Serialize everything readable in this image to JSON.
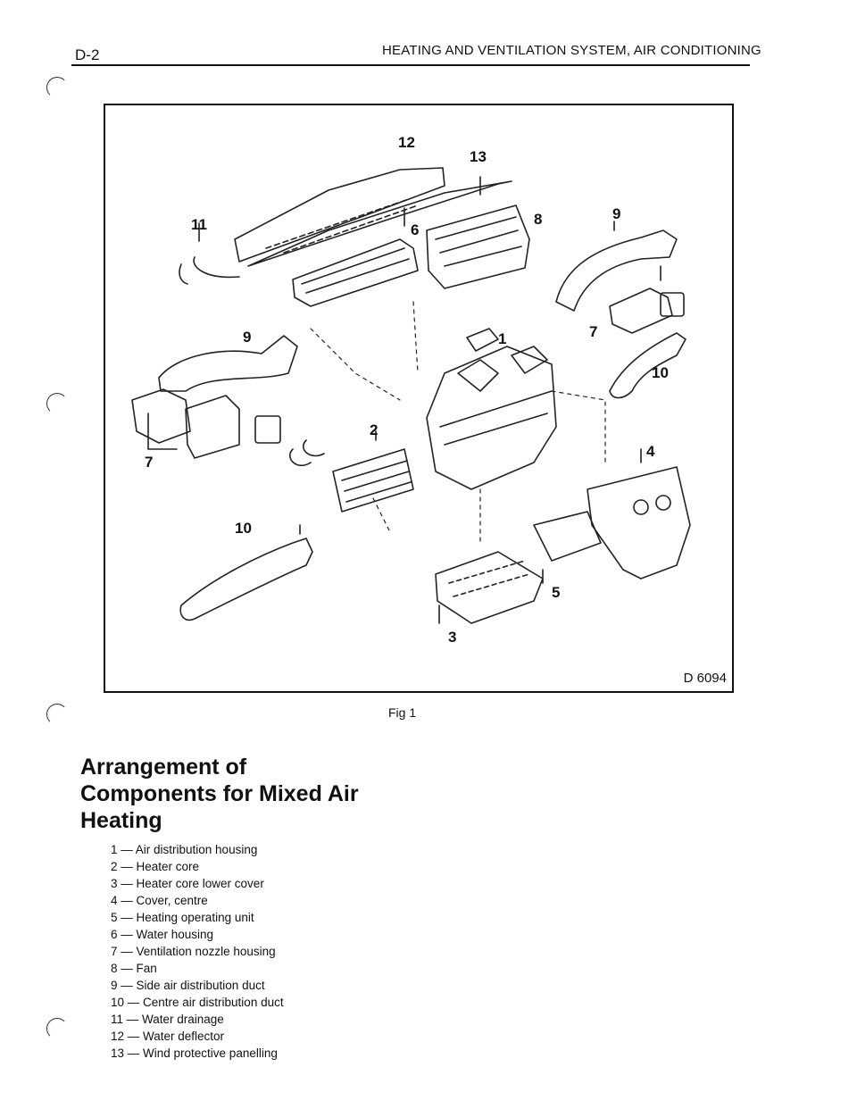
{
  "header": {
    "page_number": "D-2",
    "title": "HEATING AND VENTILATION SYSTEM, AIR CONDITIONING"
  },
  "figure": {
    "code": "D 6094",
    "caption": "Fig 1",
    "callouts": [
      "12",
      "13",
      "11",
      "6",
      "8",
      "9",
      "9",
      "7",
      "1",
      "7",
      "10",
      "2",
      "4",
      "10",
      "5",
      "3"
    ]
  },
  "section": {
    "title": "Arrangement of Components for Mixed Air Heating"
  },
  "legend": [
    "1 — Air distribution housing",
    "2 — Heater core",
    "3 — Heater core lower cover",
    "4 — Cover, centre",
    "5 — Heating operating unit",
    "6 — Water housing",
    "7 — Ventilation nozzle housing",
    "8 — Fan",
    "9 — Side air distribution duct",
    "10 — Centre air distribution duct",
    "11 — Water drainage",
    "12 — Water deflector",
    "13 — Wind protective panelling"
  ]
}
